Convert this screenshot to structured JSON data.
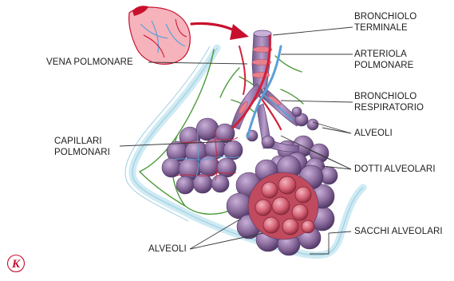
{
  "diagram": {
    "labels": {
      "bronchiolo_terminale": [
        "BRONCHIOLO",
        "TERMINALE"
      ],
      "arteriola_polmonare": [
        "ARTERIOLA",
        "POLMONARE"
      ],
      "vena_polmonare": "VENA POLMONARE",
      "bronchiolo_respiratorio": [
        "BRONCHIOLO",
        "RESPIRATORIO"
      ],
      "alveoli_right": "ALVEOLI",
      "capillari_polmonari": [
        "CAPILLARI",
        "POLMONARI"
      ],
      "dotti_alveolari": "DOTTI ALVEOLARI",
      "sacchi_alveolari": "SACCHI ALVEOLARI",
      "alveoli_bottom": "ALVEOLI"
    },
    "logo_letter": "K",
    "colors": {
      "text": "#1c1c1c",
      "leader": "#3a3a3a",
      "arrow": "#c8102e",
      "alveoli": "#8e6fa0",
      "alveoli_dark": "#5e4474",
      "alveoli_light": "#b79ac8",
      "sac_inner": "#d96b78",
      "artery": "#d3203a",
      "vein": "#5aa0d8",
      "bronchiole": "#a687b8",
      "capillary_green": "#4d9a3b",
      "pleura": "#bfe2ee"
    }
  }
}
